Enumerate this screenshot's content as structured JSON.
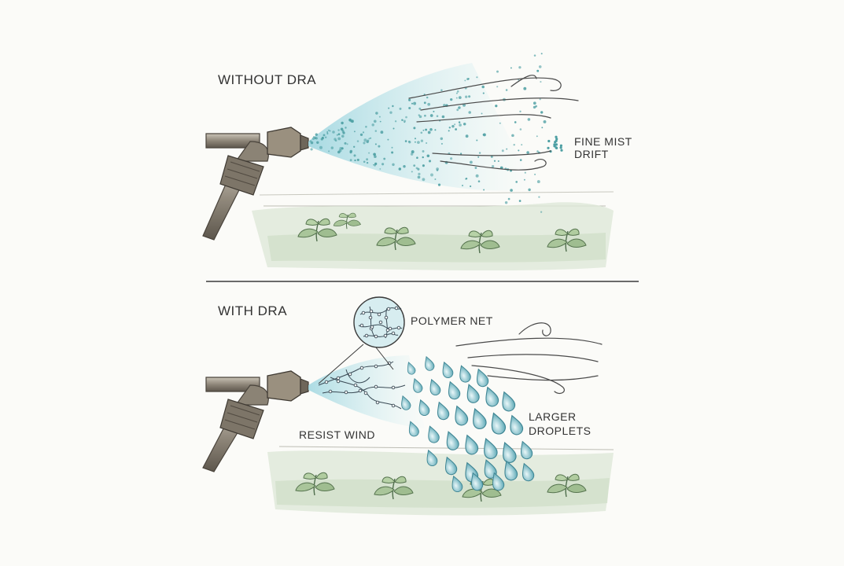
{
  "panels": {
    "without": {
      "title": "WITHOUT DRA",
      "drift_label_line1": "FINE MIST",
      "drift_label_line2": "DRIFT"
    },
    "with": {
      "title": "WITH DRA",
      "polymer_label": "POLYMER NET",
      "resist_label": "RESIST WIND",
      "droplets_label_line1": "LARGER",
      "droplets_label_line2": "DROPLETS"
    }
  },
  "colors": {
    "mist": "#4d9fa3",
    "droplet": "#6fb3bf",
    "spray_tint": "#bfe3ea",
    "ground": "#cfdcc8",
    "plant": "#7fa07a",
    "ink": "#333333"
  },
  "icons": [
    "nozzle-icon",
    "pipe-icon",
    "wind-icon",
    "plant-icon",
    "droplet-icon",
    "polymer-chain-icon"
  ]
}
